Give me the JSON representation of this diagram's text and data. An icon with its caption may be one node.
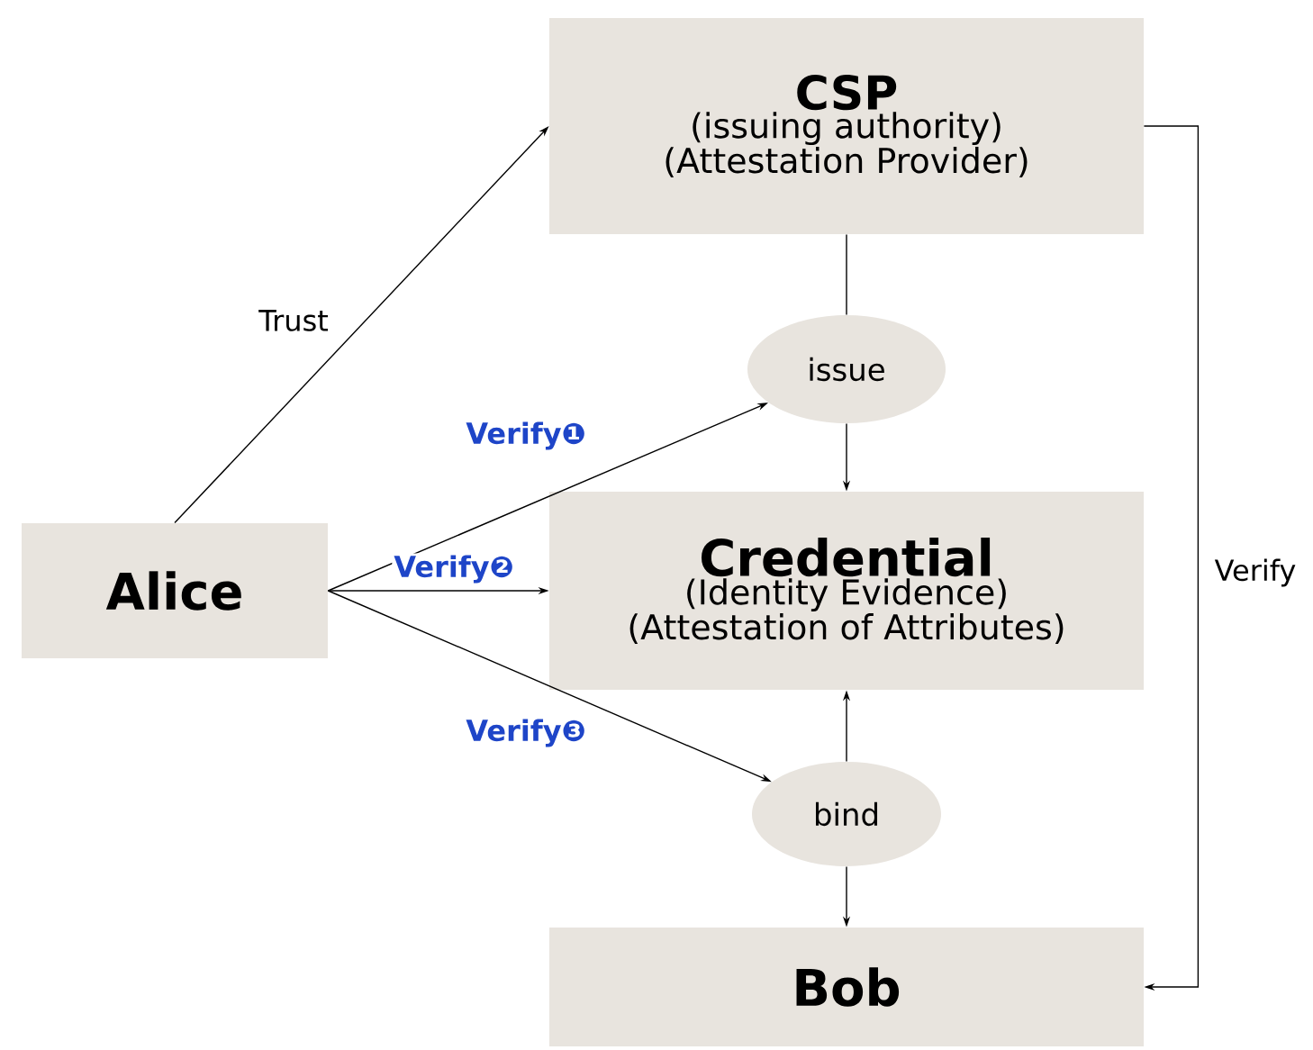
{
  "diagram": {
    "nodes": [
      {
        "text": [
          "CSP",
          "(issuing authority)",
          "(Attestation Provider)"
        ]
      },
      {
        "text": [
          "issue"
        ]
      },
      {
        "text": [
          "Alice"
        ]
      },
      {
        "text": [
          "Credential",
          "(Identity Evidence)",
          "(Attestation of Attributes)"
        ]
      },
      {
        "text": [
          "bind"
        ]
      },
      {
        "text": [
          "Bob"
        ]
      }
    ],
    "edges": [
      {
        "from": 2,
        "to": 0,
        "arrow": "to",
        "label": "Trust"
      },
      {
        "from": 0,
        "to": 1,
        "arrow": "none"
      },
      {
        "from": 2,
        "to": 1,
        "arrow": "to",
        "label": "Verify❶"
      },
      {
        "from": 1,
        "to": 3,
        "arrow": "to"
      },
      {
        "from": 2,
        "to": 3,
        "arrow": "to",
        "label": "Verify❷"
      },
      {
        "from": 2,
        "to": 4,
        "arrow": "to",
        "label": "Verify❸"
      },
      {
        "from": 4,
        "to": 3,
        "arrow": "to"
      },
      {
        "from": 4,
        "to": 5,
        "arrow": "to"
      },
      {
        "from": 0,
        "to": 5,
        "arrow": "to",
        "label": "Verify"
      }
    ]
  }
}
